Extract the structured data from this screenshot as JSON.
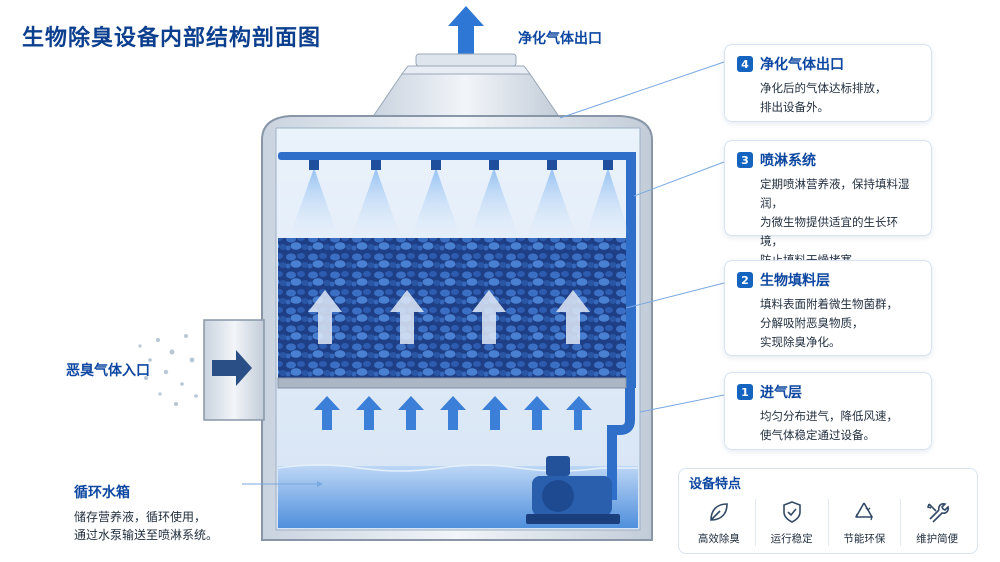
{
  "title": "生物除臭设备内部结构剖面图",
  "labels": {
    "outlet": "净化气体出口",
    "inlet": "恶臭气体入口"
  },
  "water_tank": {
    "title": "循环水箱",
    "desc_line1": "储存营养液，循环使用，",
    "desc_line2": "通过水泵输送至喷淋系统。"
  },
  "callouts": [
    {
      "num": "4",
      "title": "净化气体出口",
      "lines": [
        "净化后的气体达标排放，",
        "排出设备外。"
      ]
    },
    {
      "num": "3",
      "title": "喷淋系统",
      "lines": [
        "定期喷淋营养液，保持填料湿润，",
        "为微生物提供适宜的生长环境，",
        "防止填料干燥堵塞。"
      ]
    },
    {
      "num": "2",
      "title": "生物填料层",
      "lines": [
        "填料表面附着微生物菌群，",
        "分解吸附恶臭物质，",
        "实现除臭净化。"
      ]
    },
    {
      "num": "1",
      "title": "进气层",
      "lines": [
        "均匀分布进气，降低风速，",
        "使气体稳定通过设备。"
      ]
    }
  ],
  "features": {
    "title": "设备特点",
    "items": [
      {
        "label": "高效除臭",
        "icon": "leaf-icon"
      },
      {
        "label": "运行稳定",
        "icon": "shield-check-icon"
      },
      {
        "label": "节能环保",
        "icon": "recycle-icon"
      },
      {
        "label": "维护简便",
        "icon": "wrench-icon"
      }
    ]
  },
  "colors": {
    "accent": "#1565c0",
    "title": "#0d3f8f",
    "water": "#4f8fdc",
    "media": "#1f4fa0"
  }
}
